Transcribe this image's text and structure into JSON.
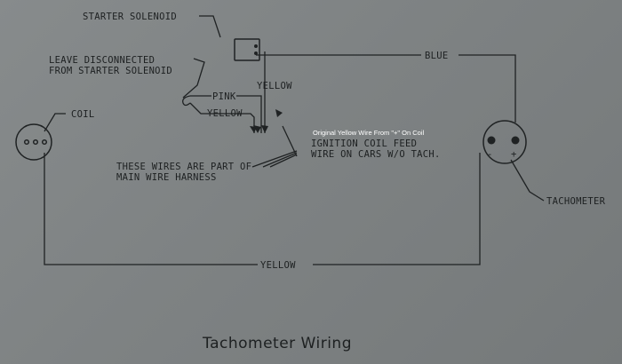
{
  "diagram": {
    "title": "Tachometer Wiring",
    "labels": {
      "starter_solenoid": "STARTER SOLENOID",
      "leave_disconnected_1": "LEAVE DISCONNECTED",
      "leave_disconnected_2": "FROM STARTER SOLENOID",
      "pink": "PINK",
      "yellow_harness": "YELLOW",
      "yellow_solenoid": "YELLOW",
      "blue": "BLUE",
      "coil": "COIL",
      "tachometer": "TACHOMETER",
      "yellow_bottom": "YELLOW",
      "ignition_feed_1": "IGNITION COIL FEED",
      "ignition_feed_2": "WIRE ON CARS W/O TACH.",
      "harness_1": "THESE WIRES ARE PART OF",
      "harness_2": "MAIN WIRE HARNESS"
    },
    "annotation": "Original Yellow Wire From \"+\" On Coil",
    "tach_terminals": {
      "minus": "-",
      "plus": "+"
    },
    "colors": {
      "paper": "#7f8384",
      "ink": "#1f2223",
      "annotation": "#ffffff"
    }
  }
}
